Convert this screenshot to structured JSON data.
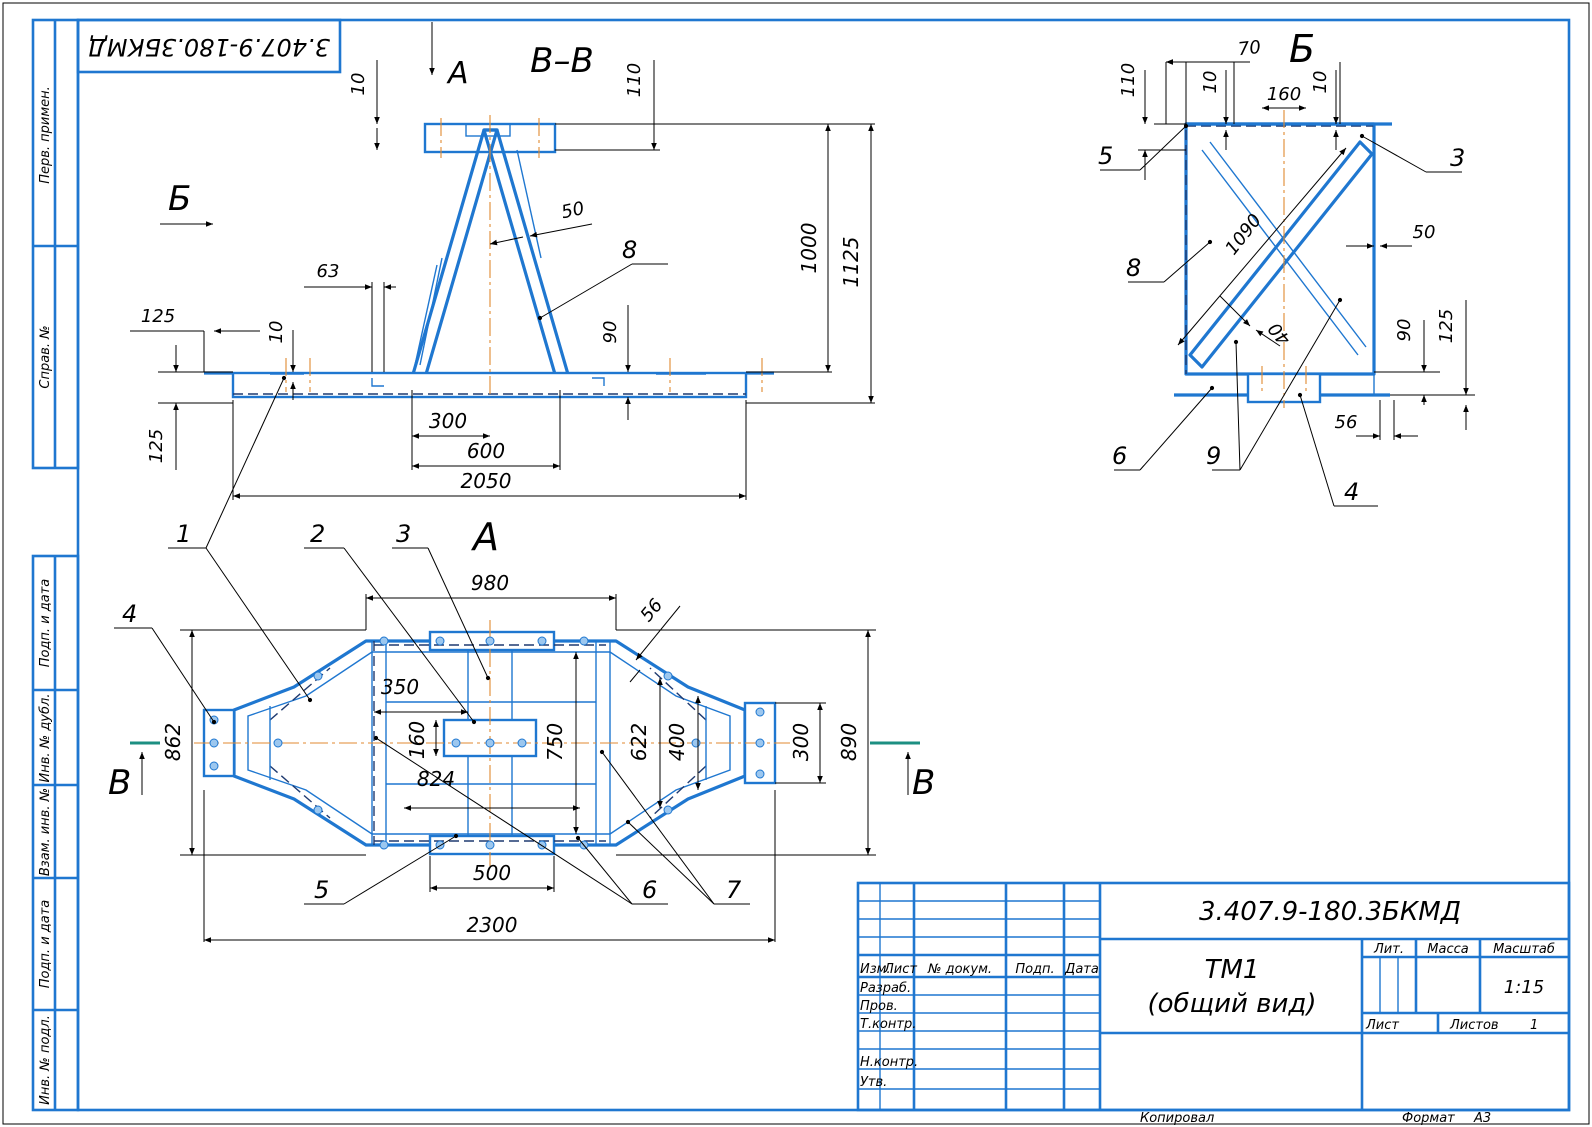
{
  "drawing": {
    "code_top": "3.407.9-180.3БКМД",
    "views": {
      "section_bb": "В–В",
      "view_b": "Б",
      "view_a": "А",
      "arrow_a": "А",
      "arrow_b": "Б",
      "cut_b": "В"
    },
    "side_labels": [
      "Перв. примен.",
      "Справ. №",
      "Подп. и дата",
      "Инв. № дубл.",
      "Взам. инв. №",
      "Подп. и дата",
      "Инв. № подл."
    ],
    "dims_section": [
      "10",
      "110",
      "1000",
      "1125",
      "50",
      "63",
      "125",
      "10",
      "90",
      "125",
      "300",
      "600",
      "2050"
    ],
    "dims_view_b": [
      "70",
      "110",
      "10",
      "160",
      "10",
      "1090",
      "50",
      "90",
      "125",
      "40",
      "56"
    ],
    "dims_view_a": [
      "980",
      "56",
      "862",
      "350",
      "160",
      "824",
      "750",
      "622",
      "400",
      "300",
      "890",
      "500",
      "2300"
    ],
    "parts": [
      "1",
      "2",
      "3",
      "4",
      "5",
      "6",
      "7",
      "8",
      "3",
      "5",
      "6",
      "8",
      "9",
      "4"
    ]
  },
  "title_block": {
    "designation": "3.407.9-180.3БКМД",
    "name_line1": "ТМ1",
    "name_line2": "(общий вид)",
    "col_izm": "Изм.",
    "col_list": "Лист",
    "col_doc": "№ докум.",
    "col_sign": "Подп.",
    "col_date": "Дата",
    "row_razrab": "Разраб.",
    "row_prov": "Пров.",
    "row_tkontr": "Т.контр.",
    "row_nkontr": "Н.контр.",
    "row_utv": "Утв.",
    "lit": "Лит.",
    "massa": "Масса",
    "masshtab": "Масштаб",
    "scale": "1:15",
    "sheet": "Лист",
    "sheets": "Листов",
    "sheets_count": "1",
    "copied": "Копировал",
    "format": "Формат",
    "format_value": "A3"
  }
}
